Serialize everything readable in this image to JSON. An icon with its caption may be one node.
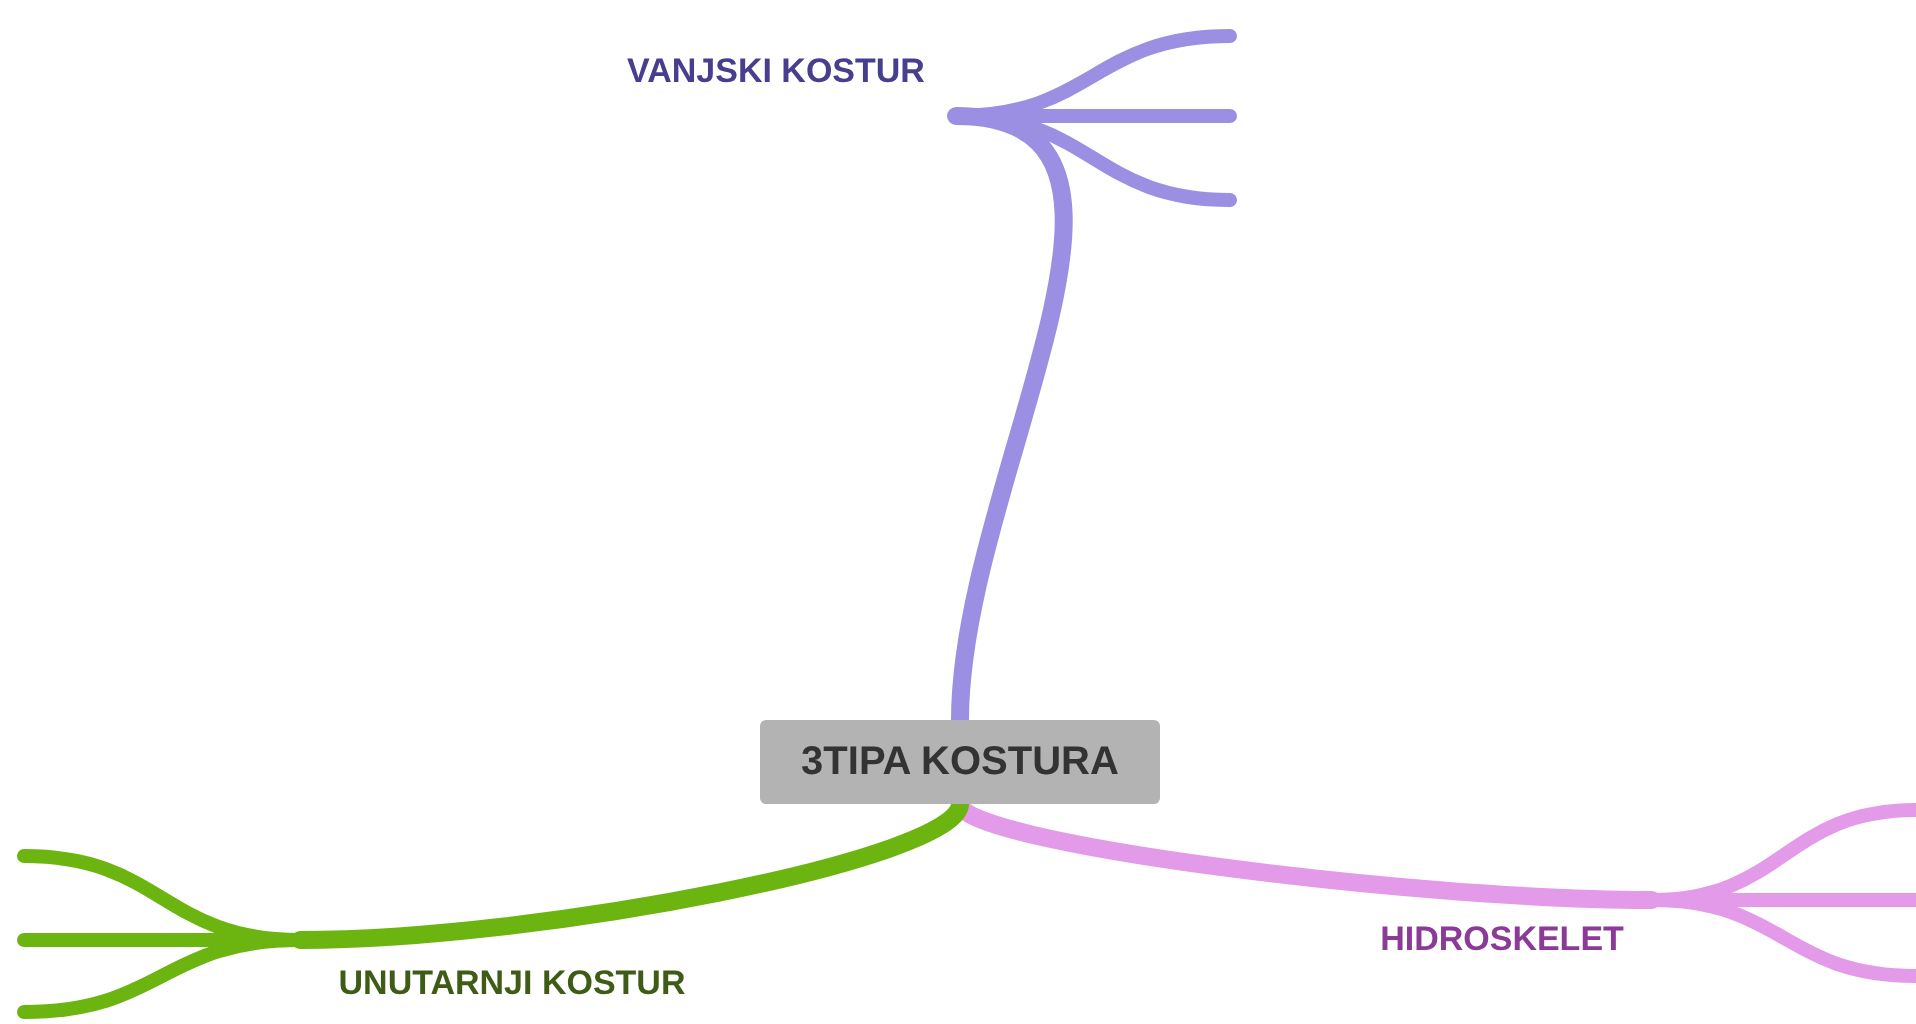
{
  "diagram": {
    "nodes": [
      {
        "text": [
          "3TIPA KOSTURA"
        ]
      },
      {
        "text": [
          "VANJSKI KOSTUR"
        ]
      },
      {
        "text": [
          "HIDROSKELET"
        ]
      },
      {
        "text": [
          "UNUTARNJI KOSTUR"
        ]
      }
    ],
    "edges": [
      {
        "from": 0,
        "to": 1,
        "arrow": "none",
        "color": "#9b8fe3"
      },
      {
        "from": 1,
        "to": null,
        "arrow": "none",
        "color": "#9b8fe3"
      },
      {
        "from": 1,
        "to": null,
        "arrow": "none",
        "color": "#9b8fe3"
      },
      {
        "from": 1,
        "to": null,
        "arrow": "none",
        "color": "#9b8fe3"
      },
      {
        "from": 0,
        "to": 2,
        "arrow": "none",
        "color": "#e29ae9"
      },
      {
        "from": 2,
        "to": null,
        "arrow": "none",
        "color": "#e29ae9"
      },
      {
        "from": 2,
        "to": null,
        "arrow": "none",
        "color": "#e29ae9"
      },
      {
        "from": 2,
        "to": null,
        "arrow": "none",
        "color": "#e29ae9"
      },
      {
        "from": 0,
        "to": 3,
        "arrow": "none",
        "color": "#6cb40f"
      },
      {
        "from": 3,
        "to": null,
        "arrow": "none",
        "color": "#6cb40f"
      },
      {
        "from": 3,
        "to": null,
        "arrow": "none",
        "color": "#6cb40f"
      },
      {
        "from": 3,
        "to": null,
        "arrow": "none",
        "color": "#6cb40f"
      }
    ]
  }
}
